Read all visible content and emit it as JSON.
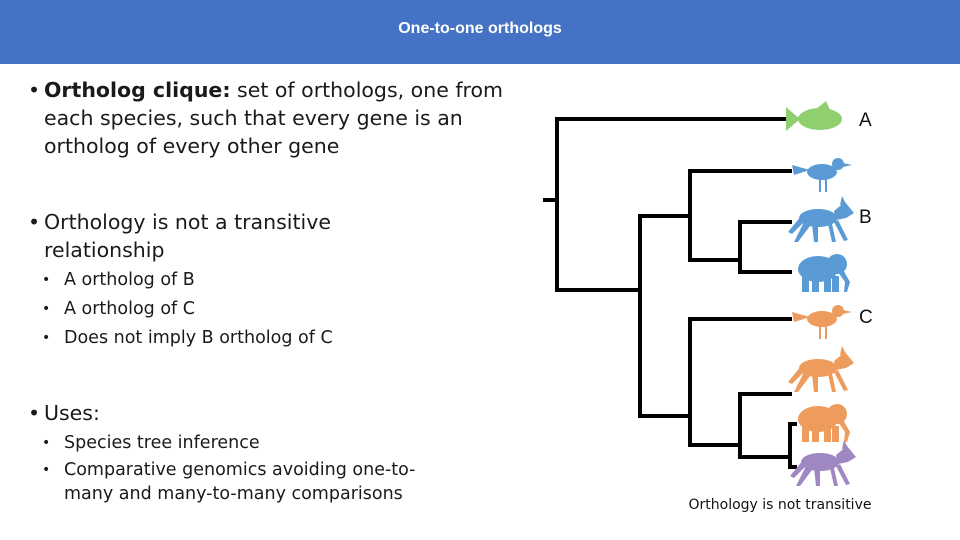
{
  "slide": {
    "title": "One-to-one orthologs",
    "bullets": [
      {
        "bold": "Ortholog clique:",
        "text": " set of orthologs, one from each species, such that every gene is an ortholog of every other gene"
      },
      {
        "text": "Orthology is not a transitive relationship",
        "sub": [
          "A ortholog of B",
          "A ortholog of C",
          "Does not imply B ortholog of C"
        ]
      },
      {
        "text": "Uses:",
        "sub": [
          "Species tree inference",
          "Comparative genomics avoiding one-to-many and many-to-many comparisons"
        ]
      }
    ]
  },
  "tree": {
    "leaves": [
      {
        "animal": "fish",
        "color": "#8fcf6e",
        "label": "A"
      },
      {
        "animal": "bird",
        "color": "#5b9bd5",
        "label": ""
      },
      {
        "animal": "wolf",
        "color": "#5b9bd5",
        "label": "B"
      },
      {
        "animal": "elephant",
        "color": "#5b9bd5",
        "label": ""
      },
      {
        "animal": "bird",
        "color": "#ed9c5e",
        "label": "C"
      },
      {
        "animal": "wolf",
        "color": "#ed9c5e",
        "label": ""
      },
      {
        "animal": "elephant",
        "color": "#ed9c5e",
        "label": ""
      },
      {
        "animal": "wolf",
        "color": "#9f87c2",
        "label": ""
      }
    ],
    "caption": "Orthology is not transitive"
  }
}
